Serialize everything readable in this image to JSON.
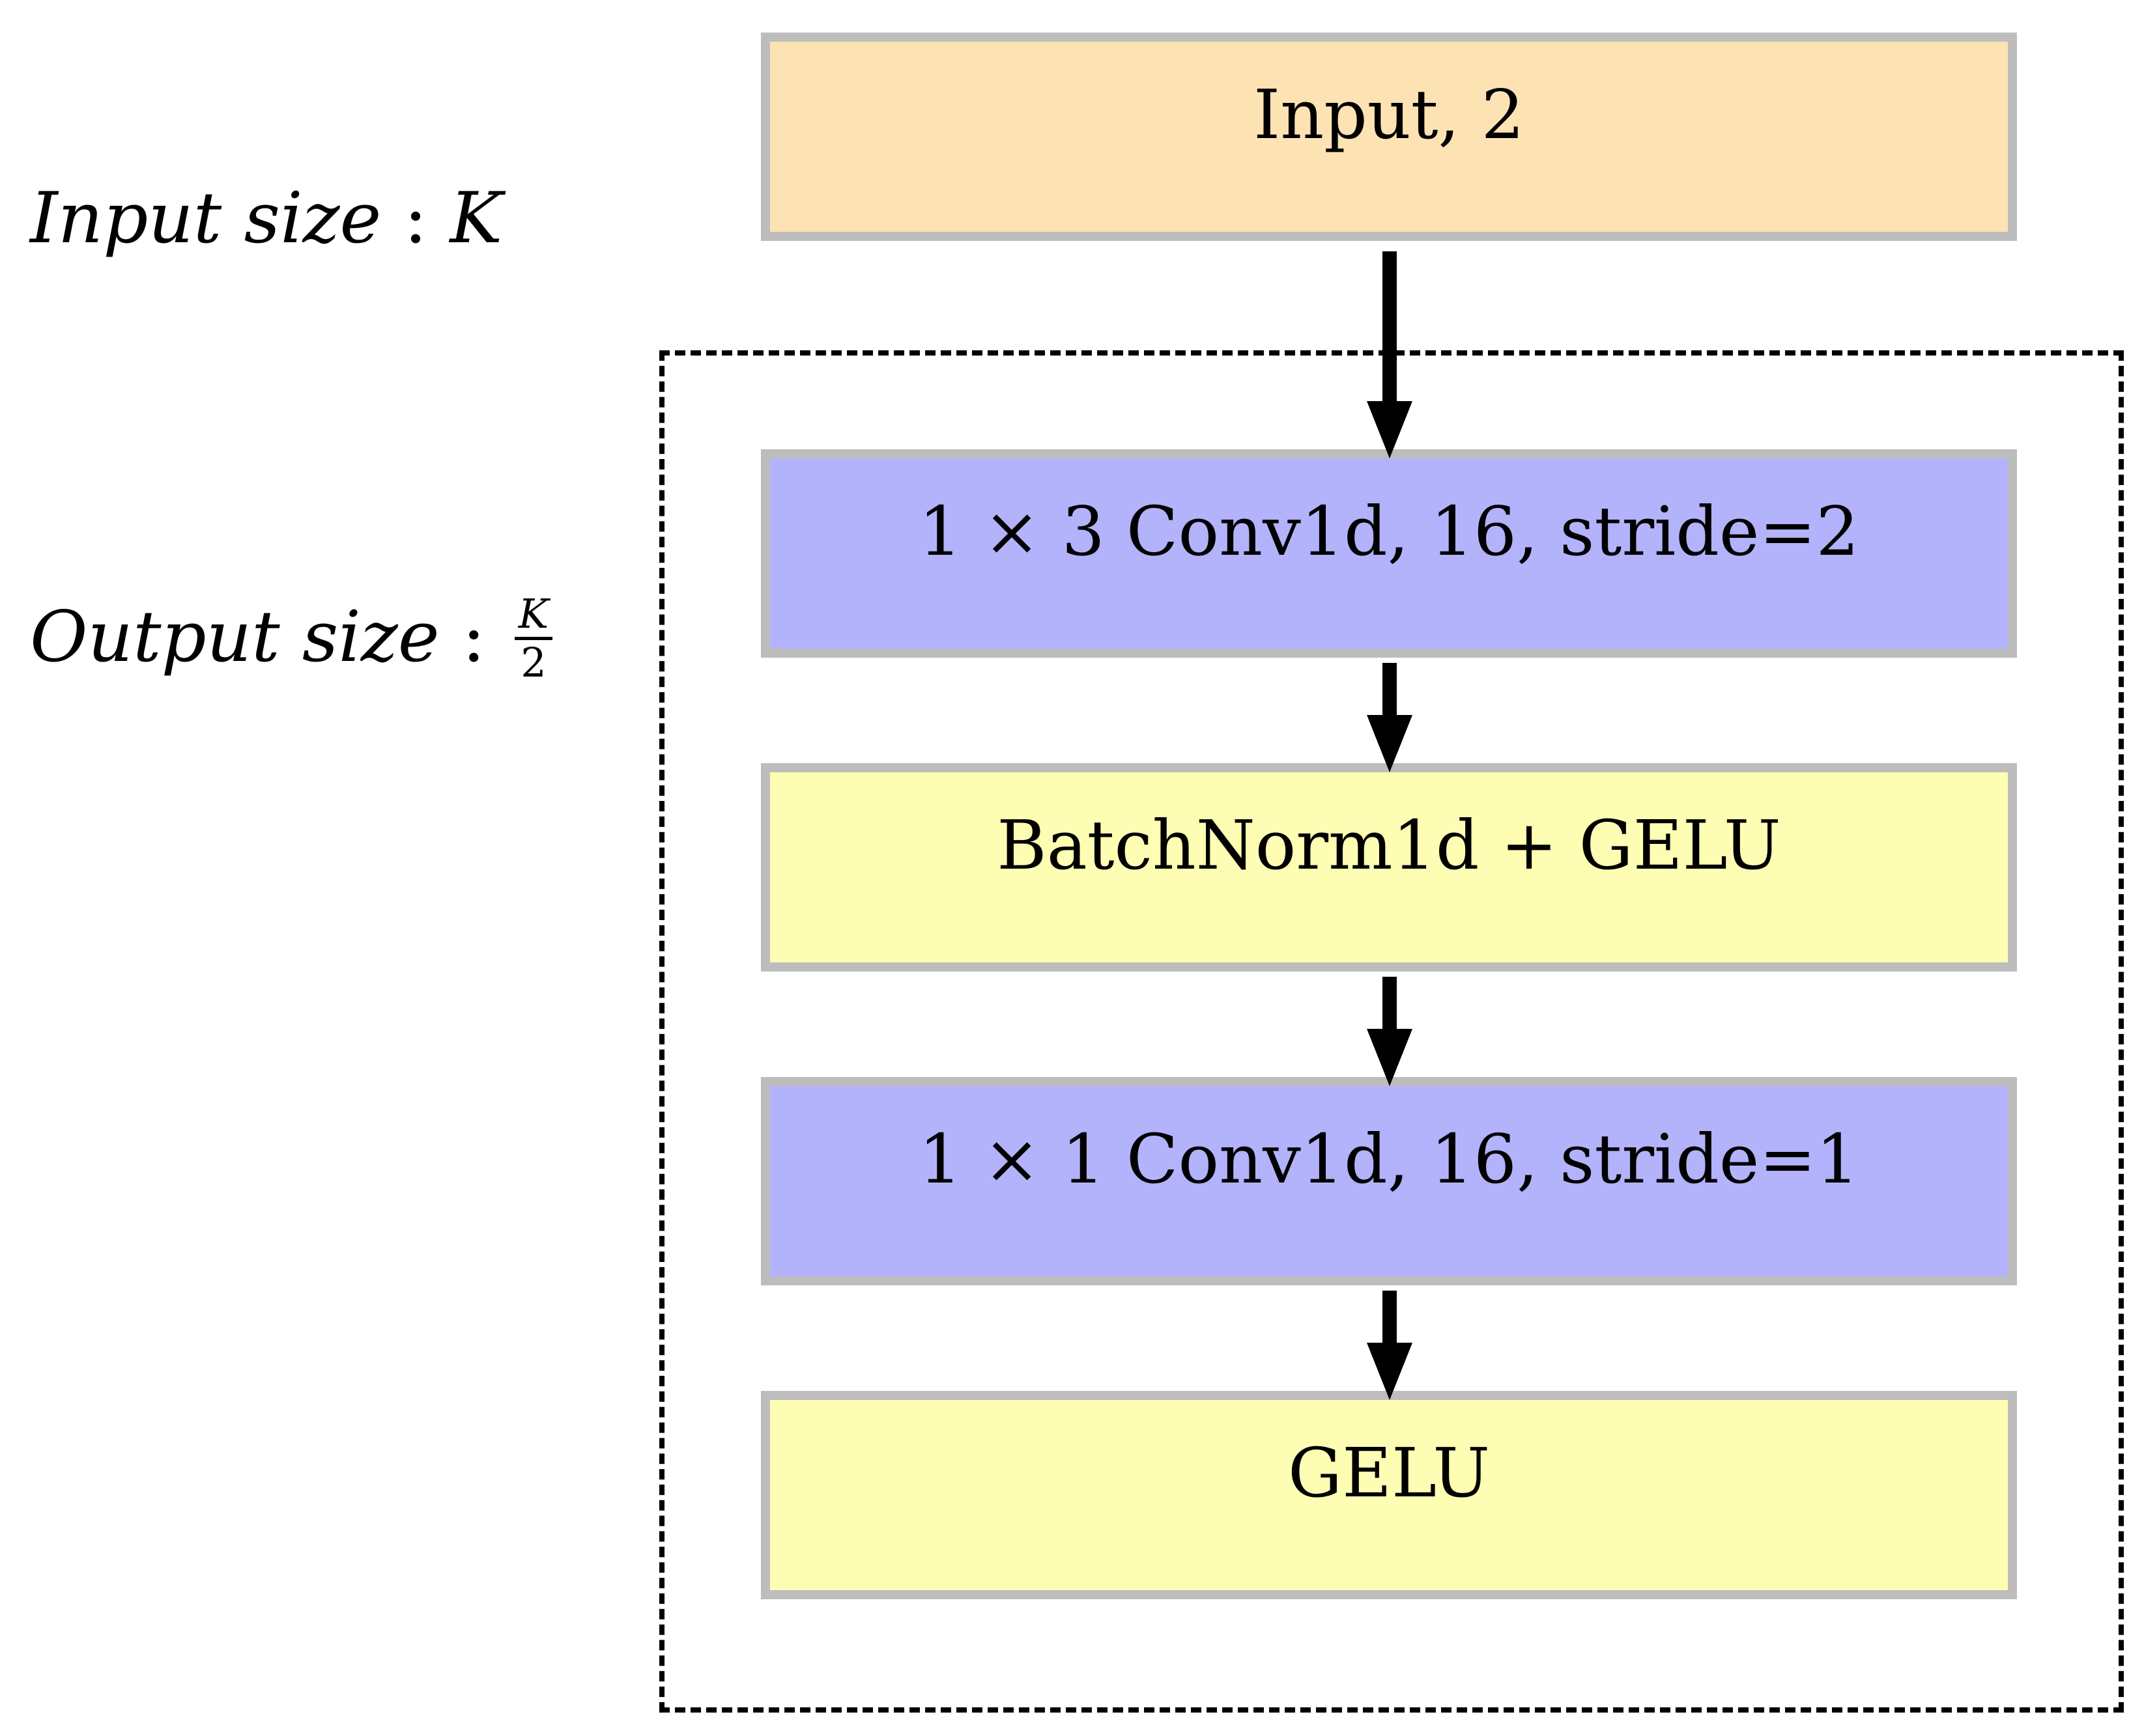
{
  "labels": {
    "input_size": {
      "prefix": "Input size",
      "separator": " : ",
      "value": "K"
    },
    "output_size": {
      "prefix": "Output size",
      "separator": " : ",
      "numerator": "K",
      "denominator": "2"
    }
  },
  "blocks": [
    {
      "label": "Input, 2",
      "color": "#fde3b3"
    },
    {
      "label": "1 × 3 Conv1d, 16, stride=2",
      "color": "#b3b3fb"
    },
    {
      "label": "BatchNorm1d + GELU",
      "color": "#fdfdb3"
    },
    {
      "label": "1 × 1 Conv1d, 16, stride=1",
      "color": "#b3b3fb"
    },
    {
      "label": "GELU",
      "color": "#fdfdb3"
    }
  ],
  "colors": {
    "block_border": "#bdbdbd",
    "arrow": "#000000",
    "dashed_border": "#000000"
  }
}
